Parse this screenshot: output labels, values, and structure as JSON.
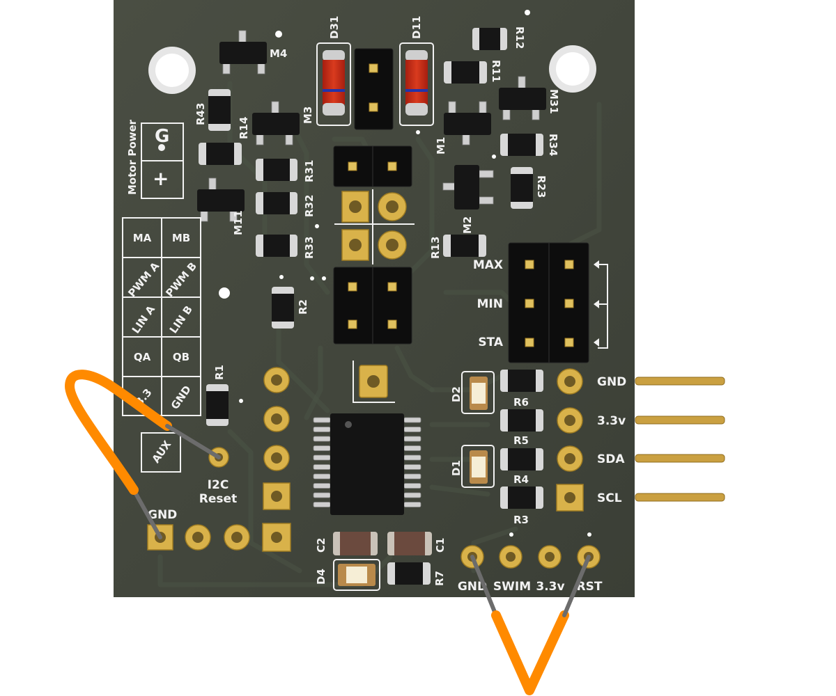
{
  "board": {
    "colors": {
      "pcb": "#43473d",
      "silkscreen": "#f2f2f2",
      "pad_gold": "#d9b24a",
      "wire_orange": "#ff8a00",
      "wire_core": "#6c6c6c",
      "header_pin": "#caa041"
    },
    "refdes": {
      "m4": "M4",
      "d31": "D31",
      "d11": "D11",
      "r12": "R12",
      "r11": "R11",
      "m31": "M31",
      "r43": "R43",
      "r14": "R14",
      "m3": "M3",
      "m1": "M1",
      "r34": "R34",
      "r31": "R31",
      "r23": "R23",
      "m11": "M11",
      "r32": "R32",
      "m2": "M2",
      "r33": "R33",
      "r13": "R13",
      "r2": "R2",
      "r1": "R1",
      "d2": "D2",
      "r6": "R6",
      "r5": "R5",
      "d1": "D1",
      "r4": "R4",
      "r3": "R3",
      "c2": "C2",
      "c1": "C1",
      "d4": "D4",
      "r7": "R7"
    },
    "motor_power": {
      "title": "Motor Power",
      "g_label": "G",
      "plus_label": "+"
    },
    "pin_grid": {
      "rows": [
        [
          "MA",
          "MB"
        ],
        [
          "PWM A",
          "PWM B"
        ],
        [
          "LIN A",
          "LIN B"
        ],
        [
          "QA",
          "QB"
        ],
        [
          "3.3",
          "GND"
        ],
        [
          "AUX",
          ""
        ]
      ]
    },
    "jumper": {
      "max": "MAX",
      "min": "MIN",
      "sta": "STA"
    },
    "i2c": {
      "gnd": "GND",
      "v33": "3.3v",
      "sda": "SDA",
      "scl": "SCL"
    },
    "reset": {
      "line1": "I2C",
      "line2": "Reset",
      "gnd": "GND"
    },
    "swim": {
      "gnd": "GND",
      "swim": "SWIM",
      "v33": "3.3v",
      "rst": "RST"
    }
  }
}
